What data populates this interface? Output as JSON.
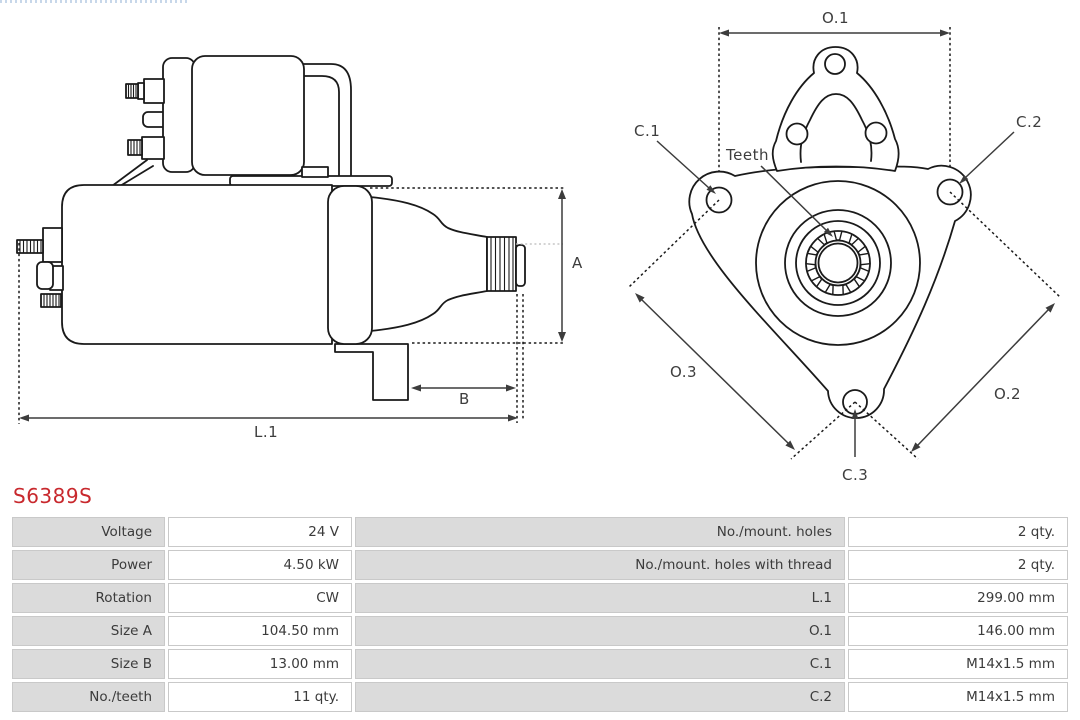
{
  "part_number": "S6389S",
  "colors": {
    "part_number_red": "#c8282d",
    "table_label_bg": "#dbdbdb",
    "table_border": "#c9c9c9",
    "drawing_line": "#1a1a1a",
    "dimension_line": "#3c3c3c"
  },
  "diagram": {
    "side_view": {
      "label_a": "A",
      "label_b": "B",
      "label_l1": "L.1"
    },
    "front_view": {
      "label_o1": "O.1",
      "label_o2": "O.2",
      "label_o3": "O.3",
      "label_c1": "C.1",
      "label_c2": "C.2",
      "label_c3": "C.3",
      "label_teeth": "Teeth"
    }
  },
  "table": {
    "rows": [
      [
        "Voltage",
        "24 V",
        "No./mount. holes",
        "2 qty."
      ],
      [
        "Power",
        "4.50 kW",
        "No./mount. holes with thread",
        "2 qty."
      ],
      [
        "Rotation",
        "CW",
        "L.1",
        "299.00 mm"
      ],
      [
        "Size A",
        "104.50 mm",
        "O.1",
        "146.00 mm"
      ],
      [
        "Size B",
        "13.00 mm",
        "C.1",
        "M14x1.5 mm"
      ],
      [
        "No./teeth",
        "11 qty.",
        "C.2",
        "M14x1.5 mm"
      ]
    ]
  }
}
